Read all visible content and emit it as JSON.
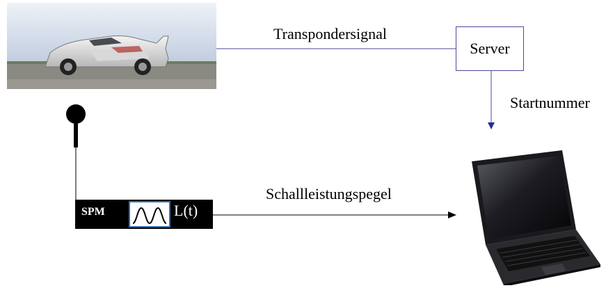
{
  "labels": {
    "transponder_signal": "Transpondersignal",
    "server": "Server",
    "start_number": "Startnummer",
    "sound_power_level": "Schallleistungspegel",
    "spm": "SPM",
    "level_func": "L(t)"
  },
  "colors": {
    "connector_blue": "#4a4a9a",
    "wave_border": "#3a6db5",
    "panel": "#000000"
  }
}
